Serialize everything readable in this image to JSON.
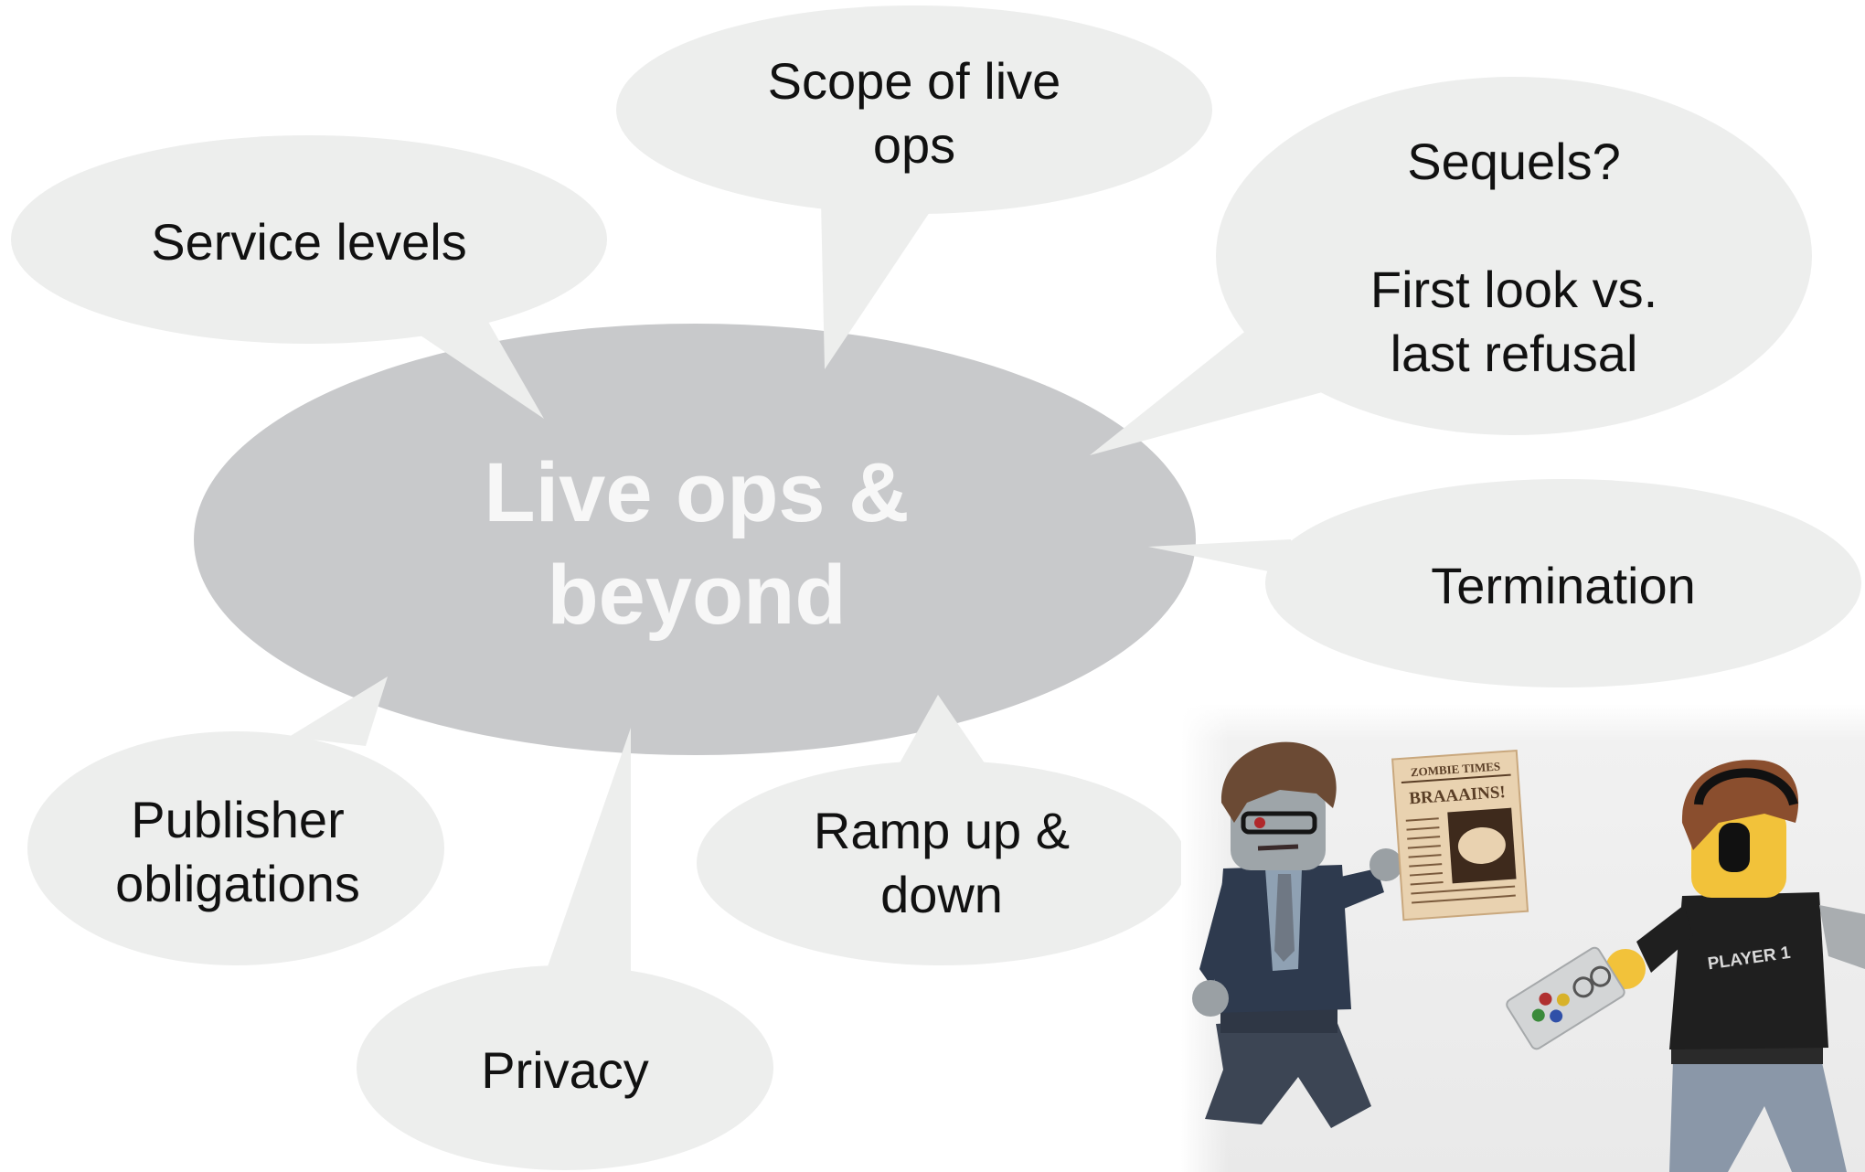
{
  "center": {
    "line1": "Live ops &",
    "line2": "beyond"
  },
  "bubbles": {
    "service_levels": {
      "line1": "Service levels"
    },
    "scope": {
      "line1": "Scope of live",
      "line2": "ops"
    },
    "sequels": {
      "line1": "Sequels?",
      "line2": "First look vs.",
      "line3": "last refusal"
    },
    "termination": {
      "line1": "Termination"
    },
    "publisher": {
      "line1": "Publisher",
      "line2": "obligations"
    },
    "privacy": {
      "line1": "Privacy"
    },
    "ramp": {
      "line1": "Ramp up &",
      "line2": "down"
    }
  },
  "photo": {
    "newspaper_masthead": "ZOMBIE TIMES",
    "newspaper_headline": "BRAAAINS!",
    "shirt_text": "PLAYER 1"
  },
  "colors": {
    "center_fill": "#c8c9cb",
    "bubble_fill": "#edeeed",
    "text": "#111111",
    "center_text": "#f7f7f7"
  }
}
